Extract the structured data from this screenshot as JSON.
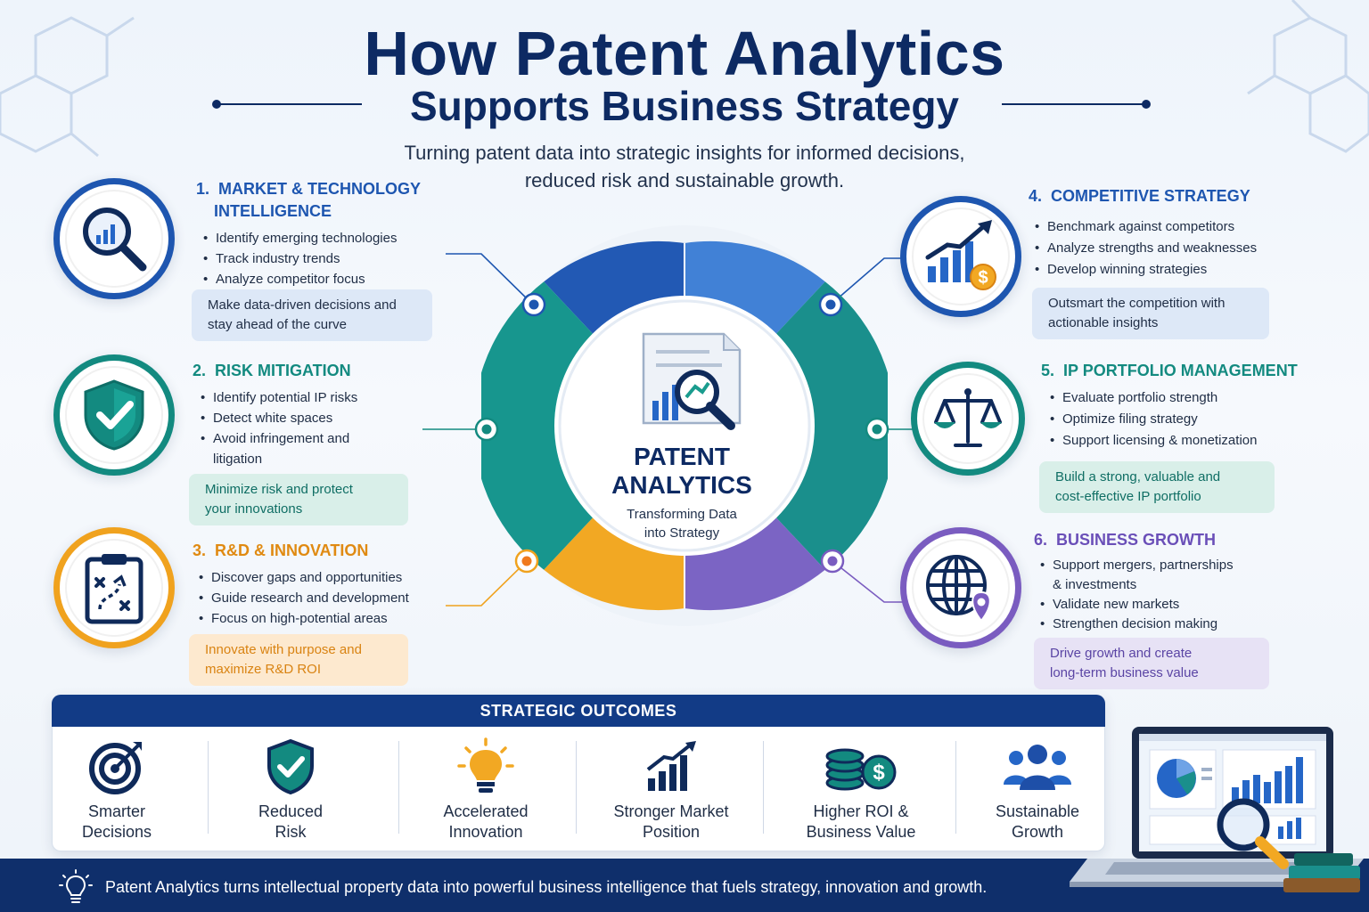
{
  "title": "How Patent Analytics",
  "subtitle": "Supports Business Strategy",
  "tagline_line1": "Turning patent data into strategic insights for informed decisions,",
  "tagline_line2": "reduced risk and sustainable growth.",
  "center": {
    "label_line1": "PATENT",
    "label_line2": "ANALYTICS",
    "sub_line1": "Transforming Data",
    "sub_line2": "into Strategy"
  },
  "sections": [
    {
      "num": "1.",
      "heading_line1": "MARKET & TECHNOLOGY",
      "heading_line2": "INTELLIGENCE",
      "bullets": [
        "Identify emerging technologies",
        "Track industry trends",
        "Analyze competitor focus"
      ],
      "callout_line1": "Make data-driven decisions and",
      "callout_line2": "stay ahead of the curve",
      "color": "#1e56b0",
      "icon": "magnifier-chart-icon"
    },
    {
      "num": "2.",
      "heading_line1": "RISK MITIGATION",
      "bullets": [
        "Identify potential IP risks",
        "Detect white spaces",
        "Avoid infringement and",
        "litigation"
      ],
      "callout_line1": "Minimize risk and protect",
      "callout_line2": "your innovations",
      "color": "#138a80",
      "icon": "shield-check-icon"
    },
    {
      "num": "3.",
      "heading_line1": "R&D & INNOVATION",
      "bullets": [
        "Discover gaps and opportunities",
        "Guide research and development",
        "Focus on high-potential areas"
      ],
      "callout_line1": "Innovate with purpose and",
      "callout_line2": "maximize R&D ROI",
      "color": "#f0a21e",
      "icon": "clipboard-strategy-icon"
    },
    {
      "num": "4.",
      "heading_line1": "COMPETITIVE STRATEGY",
      "bullets": [
        "Benchmark against competitors",
        "Analyze strengths and weaknesses",
        "Develop winning strategies"
      ],
      "callout_line1": "Outsmart the competition with",
      "callout_line2": "actionable insights",
      "color": "#1e56b0",
      "icon": "growth-chart-dollar-icon"
    },
    {
      "num": "5.",
      "heading_line1": "IP PORTFOLIO MANAGEMENT",
      "bullets": [
        "Evaluate portfolio strength",
        "Optimize filing strategy",
        "Support licensing & monetization"
      ],
      "callout_line1": "Build a strong, valuable and",
      "callout_line2": "cost-effective IP portfolio",
      "color": "#138a80",
      "icon": "scales-icon"
    },
    {
      "num": "6.",
      "heading_line1": "BUSINESS GROWTH",
      "bullets": [
        "Support mergers, partnerships",
        "& investments",
        "Validate new markets",
        "Strengthen decision making"
      ],
      "callout_line1": "Drive growth and create",
      "callout_line2": "long-term business value",
      "color": "#7a5cc0",
      "icon": "globe-pin-icon"
    }
  ],
  "outcomes": {
    "heading": "STRATEGIC OUTCOMES",
    "items": [
      {
        "line1": "Smarter",
        "line2": "Decisions",
        "icon": "target-icon"
      },
      {
        "line1": "Reduced",
        "line2": "Risk",
        "icon": "shield-check-icon"
      },
      {
        "line1": "Accelerated",
        "line2": "Innovation",
        "icon": "lightbulb-icon"
      },
      {
        "line1": "Stronger Market",
        "line2": "Position",
        "icon": "bar-chart-arrow-icon"
      },
      {
        "line1": "Higher ROI &",
        "line2": "Business Value",
        "icon": "coins-dollar-icon"
      },
      {
        "line1": "Sustainable",
        "line2": "Growth",
        "icon": "people-group-icon"
      }
    ]
  },
  "footer": {
    "text": "Patent Analytics turns intellectual property data into powerful business intelligence that fuels strategy, innovation and growth.",
    "icon": "lightbulb-outline-icon"
  },
  "colors": {
    "navy": "#0d2a63",
    "blue": "#1e56b0",
    "teal": "#138a80",
    "orange": "#f0a21e",
    "purple": "#7a5cc0"
  }
}
